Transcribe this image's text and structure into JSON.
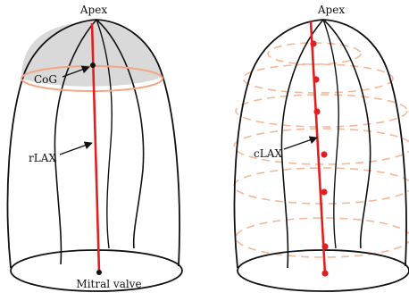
{
  "left_panel": {
    "labels": {
      "apex": "Apex",
      "cog": "CoG",
      "rlax": "rLAX",
      "mitral_valve": "Mitral valve"
    }
  },
  "right_panel": {
    "labels": {
      "apex": "Apex",
      "clax": "cLAX"
    }
  },
  "colors": {
    "outline": "#111111",
    "axis_red": "#e02020",
    "cap_fill": "#d9d9da",
    "ring_salmon": "#f2a784",
    "dashed_salmon": "#f5b898"
  }
}
